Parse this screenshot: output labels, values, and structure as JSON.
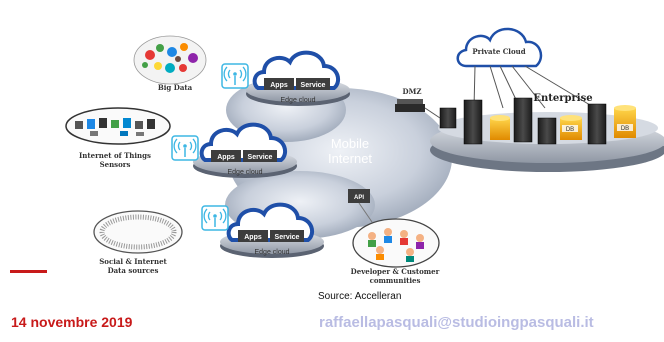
{
  "diagram": {
    "mobile_internet": "Mobile\nInternet",
    "private_cloud": "Private Cloud",
    "enterprise": "Enterprise",
    "dmz": "DMZ",
    "api": "API",
    "apps": "Apps",
    "service": "Service",
    "edge_cloud": "Edge cloud",
    "big_data": "Big Data",
    "iot_line1": "Internet of Things",
    "iot_line2": "Sensors",
    "social_line1": "Social & Internet",
    "social_line2": "Data sources",
    "developer_line1": "Developer & Customer",
    "developer_line2": "communities",
    "db": "DB"
  },
  "source_caption": "Source: Accelleran",
  "footer": {
    "date": "14 novembre 2019",
    "email": "raffaellapasquali@studioingpasquali.it"
  },
  "colors": {
    "accent_red": "#c81a1a",
    "email_lavender": "#b9bce3",
    "cloud_blue": "#1f4fa8",
    "wifi_cyan": "#3db7e4"
  }
}
